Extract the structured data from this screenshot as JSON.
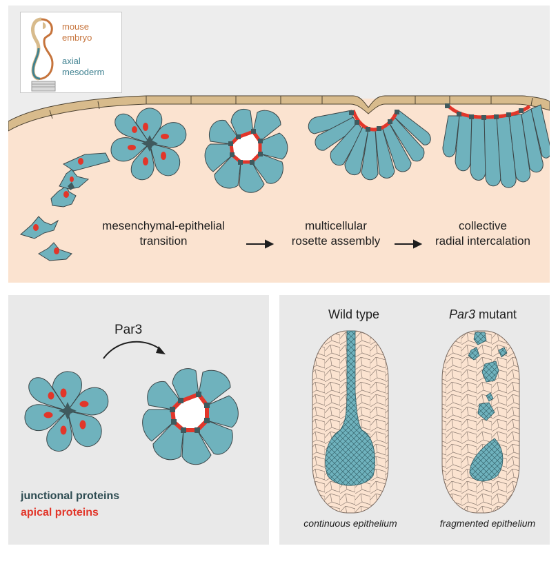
{
  "inset": {
    "line1": "mouse",
    "line2": "embryo",
    "line3": "axial",
    "line4": "mesoderm"
  },
  "stages": {
    "s1a": "mesenchymal-epithelial",
    "s1b": "transition",
    "s2a": "multicellular",
    "s2b": "rosette assembly",
    "s3a": "collective",
    "s3b": "radial intercalation"
  },
  "par3": {
    "label": "Par3",
    "legend_junctional": "junctional proteins",
    "legend_apical": "apical proteins"
  },
  "comparison": {
    "wt_title": "Wild type",
    "mut_title_italic": "Par3",
    "mut_title_rest": " mutant",
    "wt_caption": "continuous epithelium",
    "mut_caption": "fragmented epithelium"
  },
  "colors": {
    "cell": "#6fb2bd",
    "cell_stroke": "#3c4648",
    "junction": "#3f5a5e",
    "apical": "#e2362a",
    "tissue": "#fbe3d0",
    "surface": "#d8bb8c",
    "junctional_text": "#2e4c52",
    "apical_text": "#e2362a",
    "inset_brown": "#c6743c",
    "inset_teal": "#3f8190"
  }
}
